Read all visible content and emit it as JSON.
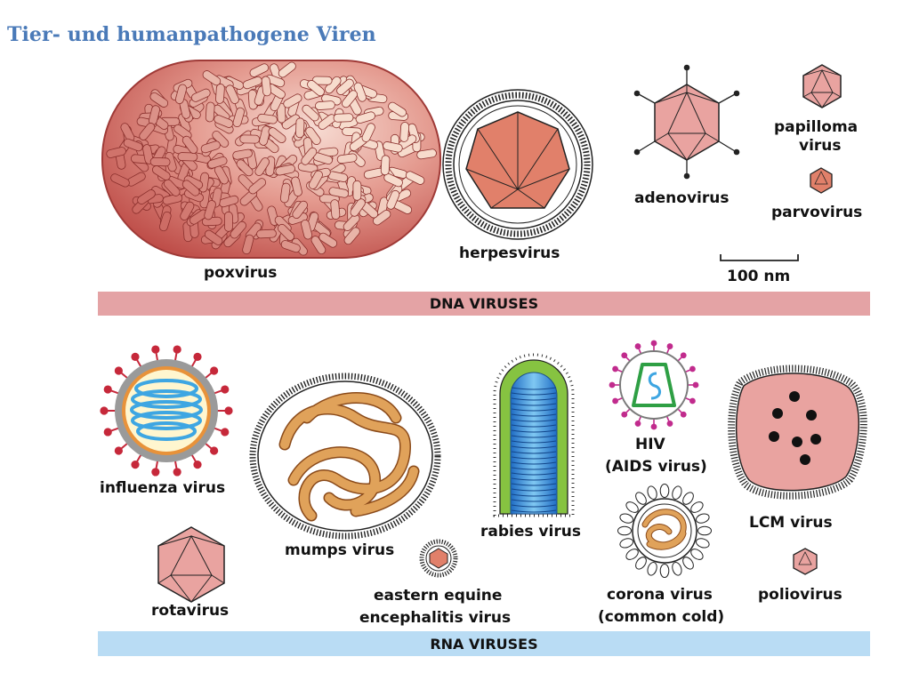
{
  "page_title": "Tier- und humanpathogene Viren",
  "colors": {
    "title": "#4a7ab8",
    "dna_band": "#e4a3a5",
    "rna_band": "#b9dcf4",
    "capsid_pink": "#e9a3a0",
    "capsid_salmon": "#e1806a",
    "pox_red": "#cb5a55",
    "nucleocapsid_orange": "#e0a25a",
    "spike_red": "#c6283a",
    "helix_blue": "#3ea6e2",
    "rabies_green": "#86c341",
    "hiv_magenta": "#c12b8d"
  },
  "sections": {
    "dna": {
      "band_label": "DNA VIRUSES",
      "viruses": {
        "poxvirus": "poxvirus",
        "herpesvirus": "herpesvirus",
        "adenovirus": "adenovirus",
        "papilloma_line1": "papilloma",
        "papilloma_line2": "virus",
        "parvovirus": "parvovirus"
      },
      "scale_bar": "100 nm"
    },
    "rna": {
      "band_label": "RNA VIRUSES",
      "viruses": {
        "influenza": "influenza virus",
        "rotavirus": "rotavirus",
        "mumps": "mumps virus",
        "eee_line1": "eastern equine",
        "eee_line2": "encephalitis virus",
        "rabies": "rabies virus",
        "hiv_line1": "HIV",
        "hiv_line2": "(AIDS virus)",
        "corona_line1": "corona virus",
        "corona_line2": "(common cold)",
        "lcm": "LCM virus",
        "polio": "poliovirus"
      }
    }
  }
}
